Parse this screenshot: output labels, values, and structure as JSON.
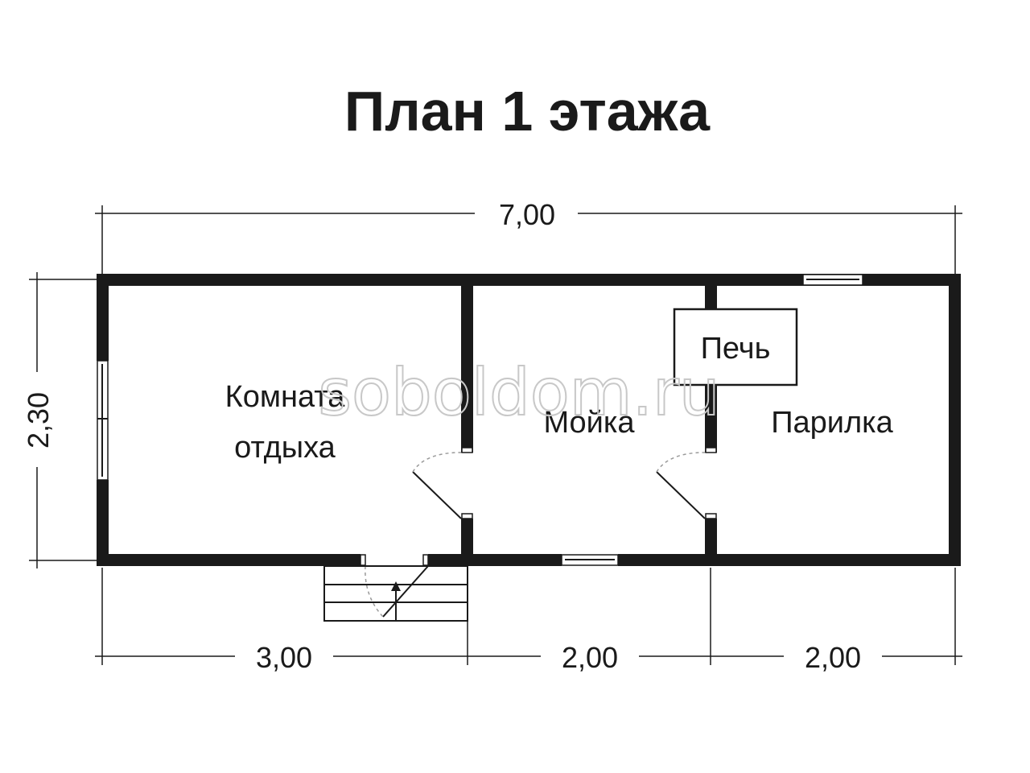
{
  "title": "План 1 этажа",
  "watermark": "soboldom.ru",
  "dimensions": {
    "total_width": "7,00",
    "height": "2,30",
    "segment_1": "3,00",
    "segment_2": "2,00",
    "segment_3": "2,00"
  },
  "rooms": {
    "rest_room_line1": "Комната",
    "rest_room_line2": "отдыха",
    "wash_room": "Мойка",
    "steam_room": "Парилка",
    "stove": "Печь"
  }
}
